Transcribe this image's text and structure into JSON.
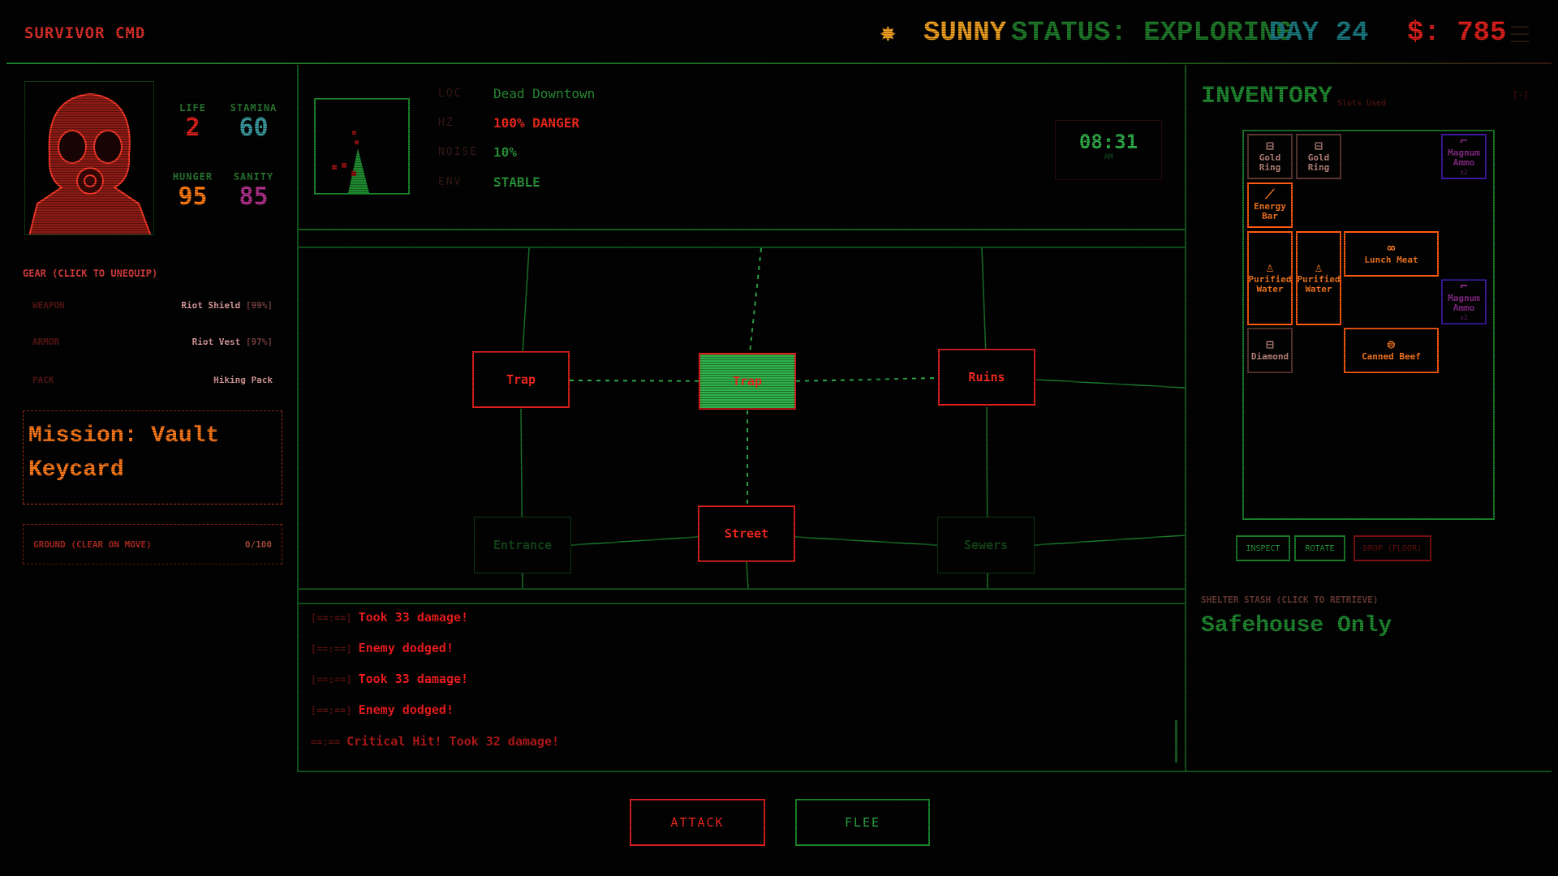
{
  "header": {
    "title": "SURVIVOR CMD",
    "weather_icon": "sun-icon",
    "weather": "SUNNY",
    "status": "STATUS: EXPLORING",
    "day": "DAY 24",
    "money": "$: 785",
    "menu_icon": "hamburger-menu-icon"
  },
  "colors": {
    "accent_green": "#2a9a3a",
    "danger_red": "#e0201c",
    "orange": "#ff7a20",
    "teal": "#1a7a80"
  },
  "player": {
    "stats": [
      {
        "label": "LIFE",
        "value": "2",
        "color": "#e0201c"
      },
      {
        "label": "STAMINA",
        "value": "60",
        "color": "#3a9aa0"
      },
      {
        "label": "HUNGER",
        "value": "95",
        "color": "#ff7a10"
      },
      {
        "label": "SANITY",
        "value": "85",
        "color": "#b0308a"
      }
    ],
    "gear_title": "GEAR (CLICK TO UNEQUIP)",
    "gear": [
      {
        "slot": "WEAPON",
        "item": "Riot Shield",
        "cond": "[99%]"
      },
      {
        "slot": "ARMOR",
        "item": "Riot Vest",
        "cond": "[97%]"
      },
      {
        "slot": "PACK",
        "item": "Hiking Pack",
        "cond": ""
      }
    ],
    "mission": "Mission: Vault Keycard",
    "ground_label": "GROUND (CLEAR ON MOVE)",
    "ground_value": "0/100"
  },
  "location": {
    "rows": [
      {
        "label": "LOC",
        "value": "Dead Downtown",
        "color": "#2a9a3a"
      },
      {
        "label": "HZ",
        "value": "100% DANGER",
        "color": "#ff2a20"
      },
      {
        "label": "NOISE",
        "value": "10%",
        "color": "#2a9a3a"
      },
      {
        "label": "ENV",
        "value": "STABLE",
        "color": "#2a9a3a"
      }
    ],
    "time": "08:31",
    "ampm": "AM"
  },
  "map": {
    "nodes": [
      {
        "label": "Trap",
        "state": "danger"
      },
      {
        "label": "Trap",
        "state": "current"
      },
      {
        "label": "Ruins",
        "state": "danger"
      },
      {
        "label": "Street",
        "state": "danger"
      },
      {
        "label": "Entrance",
        "state": "dim"
      },
      {
        "label": "Sewers",
        "state": "dim"
      }
    ]
  },
  "log": [
    {
      "ts": "[==:==]",
      "text": "Took 33 damage!"
    },
    {
      "ts": "[==:==]",
      "text": "Enemy dodged!"
    },
    {
      "ts": "[==:==]",
      "text": "Took 33 damage!"
    },
    {
      "ts": "[==:==]",
      "text": "Enemy dodged!"
    },
    {
      "ts": "==:==",
      "text": "Critical Hit! Took 32 damage!"
    }
  ],
  "actions": {
    "attack": "ATTACK",
    "flee": "FLEE"
  },
  "inventory": {
    "title": "INVENTORY",
    "slots_label": "Slots Used",
    "collapse": "[-]",
    "items": [
      {
        "name": "Gold Ring",
        "icon": "ring-box-icon"
      },
      {
        "name": "Gold Ring",
        "icon": "ring-box-icon"
      },
      {
        "name": "Magnum Ammo",
        "qty": "x2",
        "icon": "gun-icon"
      },
      {
        "name": "Energy Bar",
        "icon": "bar-icon"
      },
      {
        "name": "Purified Water",
        "icon": "bottle-icon"
      },
      {
        "name": "Purified Water",
        "icon": "bottle-icon"
      },
      {
        "name": "Lunch Meat",
        "icon": "meat-icon"
      },
      {
        "name": "Magnum Ammo",
        "qty": "x2",
        "icon": "gun-icon"
      },
      {
        "name": "Diamond",
        "icon": "gem-box-icon"
      },
      {
        "name": "Canned Beef",
        "icon": "can-icon"
      }
    ],
    "buttons": {
      "inspect": "INSPECT",
      "rotate": "ROTATE",
      "drop": "DROP (FLOOR)"
    },
    "stash_label": "SHELTER STASH (CLICK TO RETRIEVE)",
    "stash_value": "Safehouse Only"
  }
}
